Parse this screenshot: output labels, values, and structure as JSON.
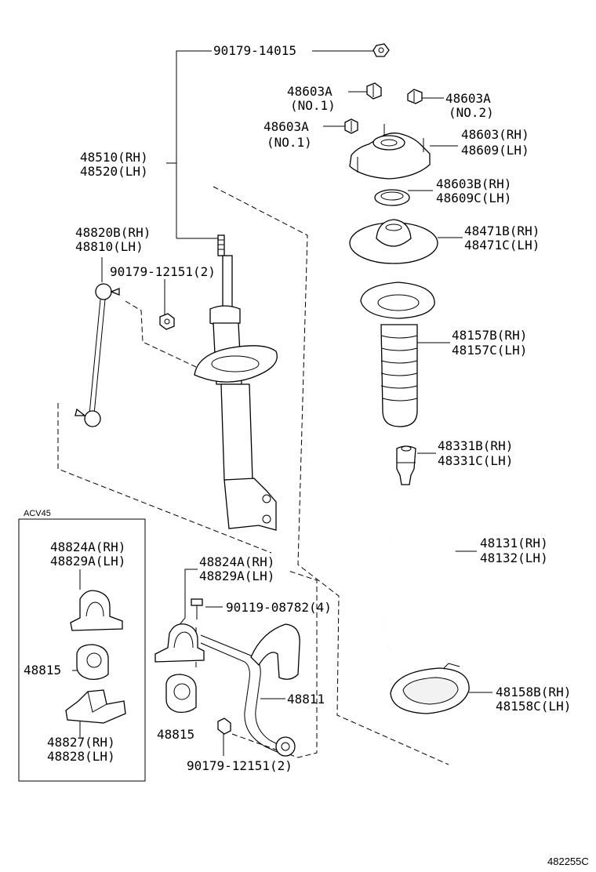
{
  "labels": {
    "p90179_14015": "90179-14015",
    "p48603A_a": "48603A",
    "p48603A_a_no": "(NO.1)",
    "p48603A_b": "48603A",
    "p48603A_b_no": "(NO.2)",
    "p48603A_c": "48603A",
    "p48603A_c_no": "(NO.1)",
    "p48603_rh": "48603(RH)",
    "p48609_lh": "48609(LH)",
    "p48510_rh": "48510(RH)",
    "p48520_lh": "48520(LH)",
    "p48603B_rh": "48603B(RH)",
    "p48609C_lh": "48609C(LH)",
    "p48820B_rh": "48820B(RH)",
    "p48810_lh": "48810(LH)",
    "p48471B_rh": "48471B(RH)",
    "p48471C_lh": "48471C(LH)",
    "p90179_12151_top": "90179-12151(2)",
    "p48157B_rh": "48157B(RH)",
    "p48157C_lh": "48157C(LH)",
    "p48331B_rh": "48331B(RH)",
    "p48331C_lh": "48331C(LH)",
    "acv45": "ACV45",
    "p48131_rh": "48131(RH)",
    "p48132_lh": "48132(LH)",
    "box_48824A_rh": "48824A(RH)",
    "box_48829A_lh": "48829A(LH)",
    "p48824A_rh": "48824A(RH)",
    "p48829A_lh": "48829A(LH)",
    "p90119_08782": "90119-08782(4)",
    "box_48815": "48815",
    "p48811": "48811",
    "p48158B_rh": "48158B(RH)",
    "p48158C_lh": "48158C(LH)",
    "box_48827_rh": "48827(RH)",
    "box_48828_lh": "48828(LH)",
    "p48815": "48815",
    "p90179_12151_bottom": "90179-12151(2)",
    "figure_code": "482255C"
  }
}
